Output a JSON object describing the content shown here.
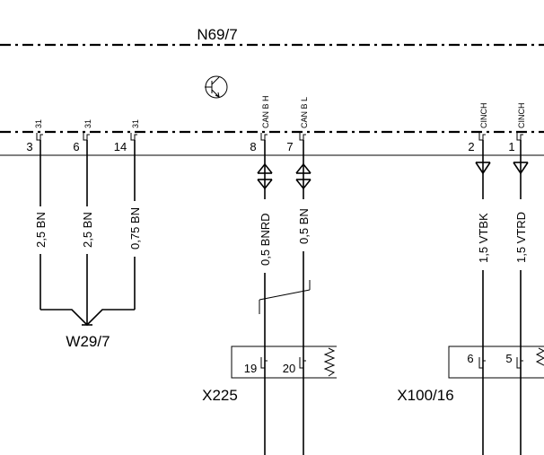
{
  "module_label": "N69/7",
  "ground_node_label": "W29/7",
  "connectors": {
    "x225": "X225",
    "x100_16": "X100/16"
  },
  "signals": {
    "pin31_a": "31",
    "pin31_b": "31",
    "pin31_c": "31",
    "can_h": "CAN B H",
    "can_l": "CAN B L",
    "cinch_a": "CINCH",
    "cinch_b": "CINCH"
  },
  "pins": {
    "p3": "3",
    "p6": "6",
    "p14": "14",
    "p8": "8",
    "p7": "7",
    "p2": "2",
    "p1": "1",
    "p19": "19",
    "p20": "20",
    "p6b": "6",
    "p5": "5"
  },
  "wires": {
    "w1": "2,5 BN",
    "w2": "2,5 BN",
    "w3": "0,75 BN",
    "w4": "0,5 BNRD",
    "w5": "0,5 BN",
    "w6": "1,5 VTBK",
    "w7": "1,5 VTRD"
  }
}
